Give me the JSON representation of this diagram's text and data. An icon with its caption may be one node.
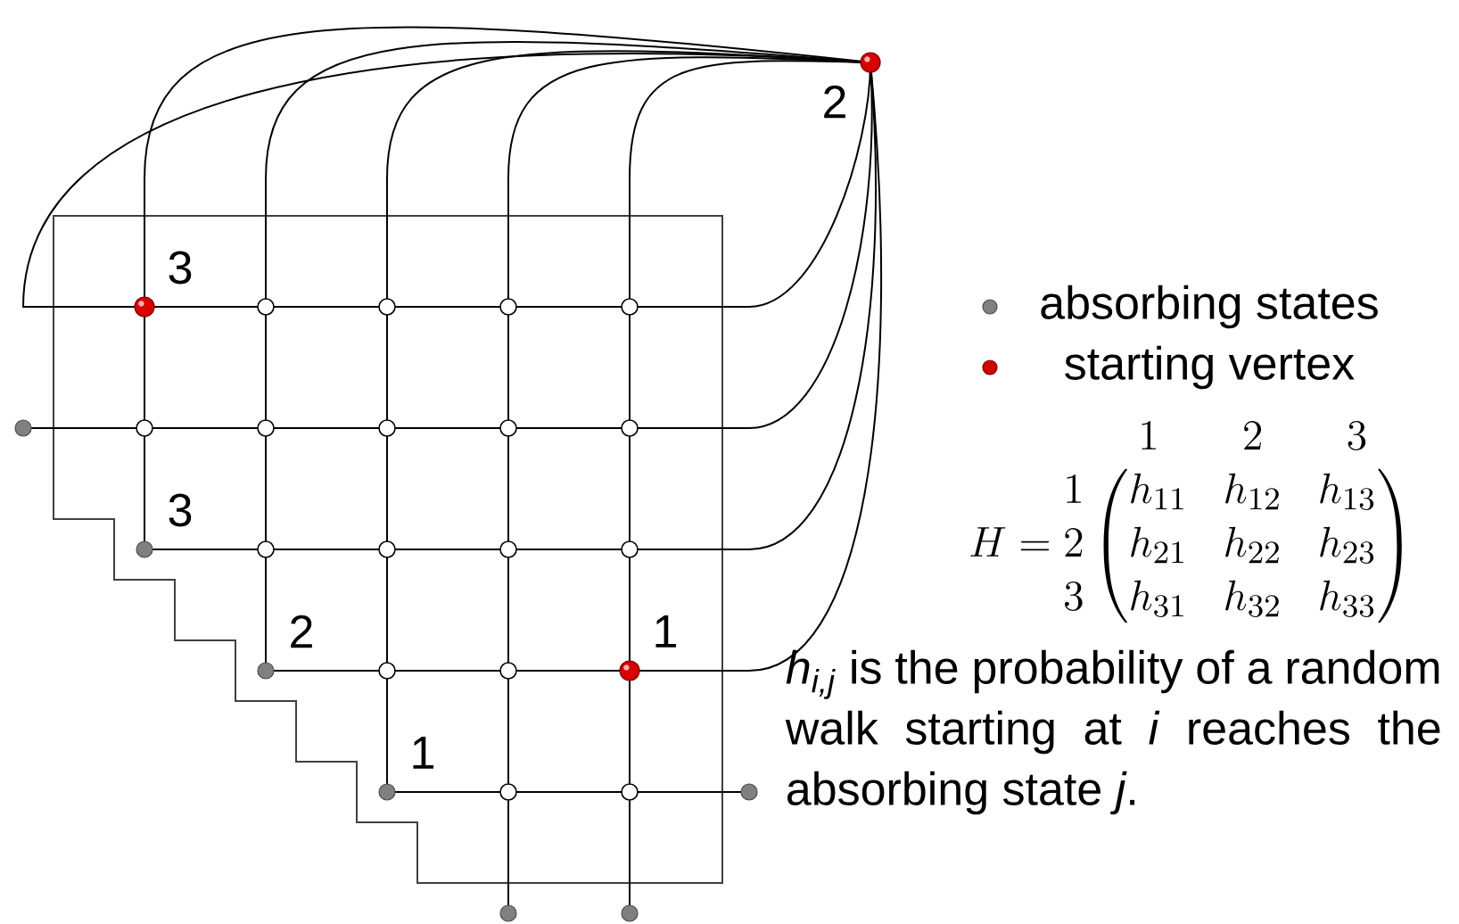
{
  "diagram": {
    "labels": [
      "2",
      "3",
      "3",
      "2",
      "1",
      "1",
      "\\begin{array}{r@{\\;}c@{\\,}c} & & \\begin{matrix}\\;1\\;\\; & \\;\\;2\\;\\; & \\;\\;3\\;\\end{matrix}\\\\ H = & \\begin{matrix}1\\\\2\\\\3\\end{matrix} & \\begin{pmatrix}h_{11} & h_{12} & h_{13}\\\\ h_{21} & h_{22} & h_{23}\\\\ h_{31} & h_{32} & h_{33}\\end{pmatrix}\\end{array}",
      "*h$_{i,j}$* is the probability of a random walk starting at *i* reaches the absorbing state *j*."
    ],
    "legend": [
      {
        "text": "absorbing states",
        "color": "#808080"
      },
      {
        "text": "starting vertex",
        "color": "#d40000"
      }
    ]
  }
}
